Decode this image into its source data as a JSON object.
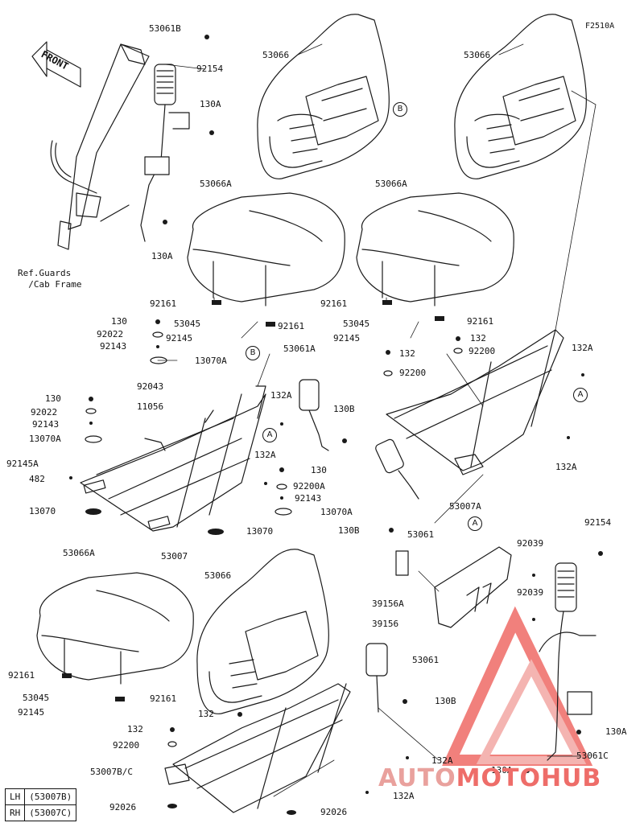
{
  "figure_code": "F2510A",
  "front_label": "FRONT",
  "reference_note": "Ref.Guards\n  /Cab Frame",
  "watermark": {
    "part1": "AUTO",
    "part2": "MOTO",
    "part3": "HUB"
  },
  "callouts": [
    {
      "id": "c1",
      "text": "53061B"
    },
    {
      "id": "c2",
      "text": "92154"
    },
    {
      "id": "c3",
      "text": "130A"
    },
    {
      "id": "c4",
      "text": "130A"
    },
    {
      "id": "c5",
      "text": "53066"
    },
    {
      "id": "c6",
      "text": "53066"
    },
    {
      "id": "c7",
      "text": "53066A"
    },
    {
      "id": "c8",
      "text": "53066A"
    },
    {
      "id": "c9",
      "text": "92161"
    },
    {
      "id": "c10",
      "text": "53045"
    },
    {
      "id": "c11",
      "text": "92161"
    },
    {
      "id": "c12",
      "text": "92145"
    },
    {
      "id": "c13",
      "text": "92161"
    },
    {
      "id": "c14",
      "text": "53045"
    },
    {
      "id": "c15",
      "text": "92161"
    },
    {
      "id": "c16",
      "text": "92145"
    },
    {
      "id": "c17",
      "text": "130"
    },
    {
      "id": "c18",
      "text": "92022"
    },
    {
      "id": "c19",
      "text": "92143"
    },
    {
      "id": "c20",
      "text": "13070A"
    },
    {
      "id": "c21",
      "text": "92043"
    },
    {
      "id": "c22",
      "text": "130"
    },
    {
      "id": "c23",
      "text": "11056"
    },
    {
      "id": "c24",
      "text": "92022"
    },
    {
      "id": "c25",
      "text": "92143"
    },
    {
      "id": "c26",
      "text": "13070A"
    },
    {
      "id": "c27",
      "text": "92145A"
    },
    {
      "id": "c28",
      "text": "482"
    },
    {
      "id": "c29",
      "text": "13070"
    },
    {
      "id": "c30",
      "text": "13070"
    },
    {
      "id": "c31",
      "text": "53007"
    },
    {
      "id": "c32",
      "text": "132A"
    },
    {
      "id": "c33",
      "text": "132A"
    },
    {
      "id": "c34",
      "text": "53061A"
    },
    {
      "id": "c35",
      "text": "130B"
    },
    {
      "id": "c36",
      "text": "130"
    },
    {
      "id": "c37",
      "text": "92200A"
    },
    {
      "id": "c38",
      "text": "92143"
    },
    {
      "id": "c39",
      "text": "13070A"
    },
    {
      "id": "c40",
      "text": "132"
    },
    {
      "id": "c41",
      "text": "92200"
    },
    {
      "id": "c42",
      "text": "132"
    },
    {
      "id": "c43",
      "text": "92200"
    },
    {
      "id": "c44",
      "text": "132A"
    },
    {
      "id": "c45",
      "text": "132A"
    },
    {
      "id": "c46",
      "text": "53007A"
    },
    {
      "id": "c47",
      "text": "130B"
    },
    {
      "id": "c48",
      "text": "53061"
    },
    {
      "id": "c49",
      "text": "92039"
    },
    {
      "id": "c50",
      "text": "92039"
    },
    {
      "id": "c51",
      "text": "92154"
    },
    {
      "id": "c52",
      "text": "39156A"
    },
    {
      "id": "c53",
      "text": "39156"
    },
    {
      "id": "c54",
      "text": "53066A"
    },
    {
      "id": "c55",
      "text": "53066"
    },
    {
      "id": "c56",
      "text": "53061"
    },
    {
      "id": "c57",
      "text": "92161"
    },
    {
      "id": "c58",
      "text": "53045"
    },
    {
      "id": "c59",
      "text": "92161"
    },
    {
      "id": "c60",
      "text": "92145"
    },
    {
      "id": "c61",
      "text": "130B"
    },
    {
      "id": "c62",
      "text": "132"
    },
    {
      "id": "c63",
      "text": "132"
    },
    {
      "id": "c64",
      "text": "92200"
    },
    {
      "id": "c65",
      "text": "53007B/C"
    },
    {
      "id": "c66",
      "text": "132A"
    },
    {
      "id": "c67",
      "text": "132A"
    },
    {
      "id": "c68",
      "text": "92026"
    },
    {
      "id": "c69",
      "text": "92026"
    },
    {
      "id": "c70",
      "text": "130A"
    },
    {
      "id": "c71",
      "text": "53061C"
    },
    {
      "id": "c72",
      "text": "130A"
    }
  ],
  "circle_refs": [
    {
      "id": "r1",
      "text": "B"
    },
    {
      "id": "r2",
      "text": "B"
    },
    {
      "id": "r3",
      "text": "A"
    },
    {
      "id": "r4",
      "text": "A"
    },
    {
      "id": "r5",
      "text": "A"
    }
  ],
  "legend": [
    {
      "side": "LH",
      "part": "(53007B)"
    },
    {
      "side": "RH",
      "part": "(53007C)"
    }
  ]
}
